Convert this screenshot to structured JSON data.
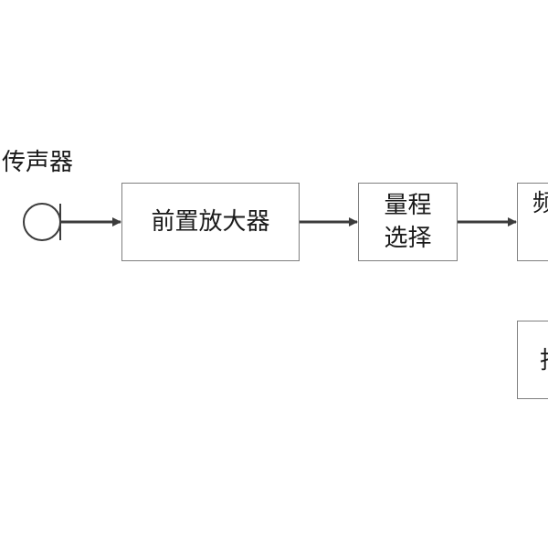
{
  "diagram": {
    "microphone": {
      "label": "传声器",
      "icon": "microphone-icon"
    },
    "blocks": {
      "preamp": "前置放大器",
      "range_select": [
        "量程",
        "选择"
      ],
      "partial_right_1": "频",
      "partial_right_2": "指"
    },
    "colors": {
      "line": "#3c3c3c",
      "border": "#7f7f7f",
      "text": "#1a1a1a"
    }
  }
}
